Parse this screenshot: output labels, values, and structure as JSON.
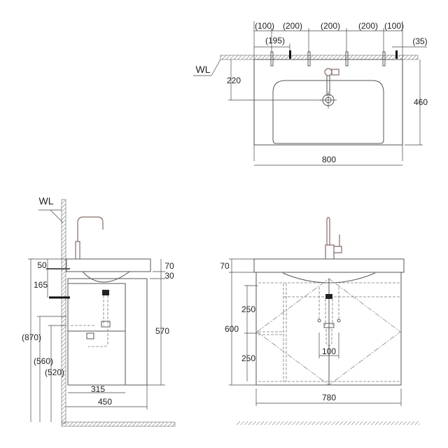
{
  "top_view": {
    "wl_label": "WL",
    "dims_top": [
      "(100)",
      "(200)",
      "(200)",
      "(200)",
      "(100)"
    ],
    "dim_195": "(195)",
    "dim_35": "(35)",
    "dim_220": "220",
    "dim_460": "460",
    "dim_800": "800"
  },
  "side_view": {
    "wl_label": "WL",
    "dim_50": "50",
    "dim_165": "165",
    "dim_870": "(870)",
    "dim_560": "(560)",
    "dim_520": "(520)",
    "dim_70": "70",
    "dim_30": "30",
    "dim_570": "570",
    "dim_315": "315",
    "dim_450": "450"
  },
  "front_view": {
    "dim_70": "70",
    "dim_250_top": "250",
    "dim_600": "600",
    "dim_250_bottom": "250",
    "dim_100": "100",
    "dim_780": "780"
  }
}
